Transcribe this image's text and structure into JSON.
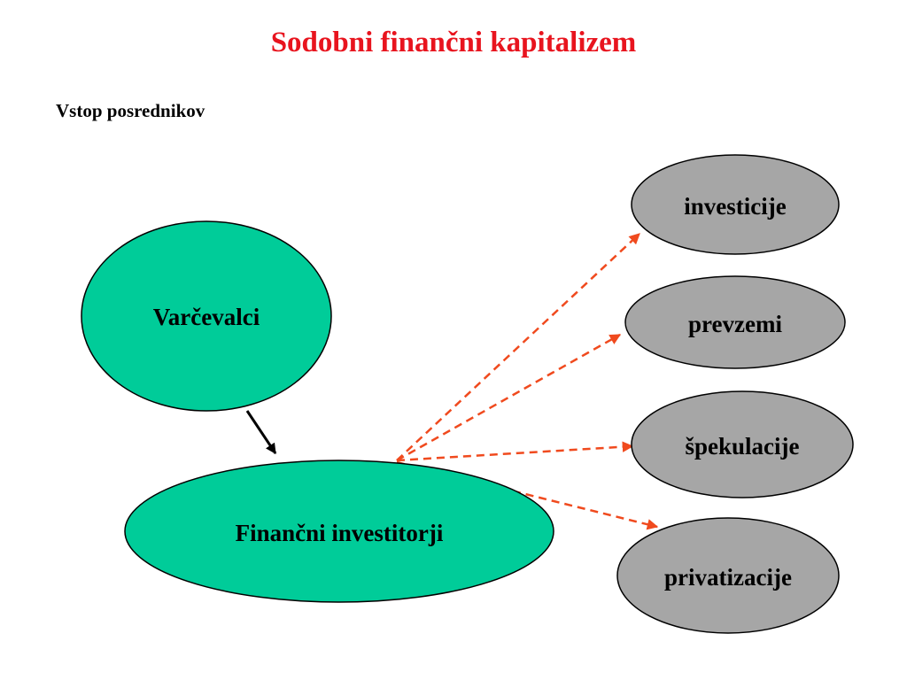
{
  "slide": {
    "title": "Sodobni finančni kapitalizem",
    "subtitle": "Vstop posrednikov"
  },
  "colors": {
    "title": "#e8141e",
    "source_fill": "#00cc99",
    "target_fill": "#a6a6a6",
    "dashed_arrow": "#f04a1e",
    "solid_arrow": "#000000"
  },
  "diagram": {
    "nodes": {
      "savers": {
        "label": "Varčevalci"
      },
      "investors": {
        "label": "Finančni investitorji"
      },
      "investments": {
        "label": "investicije"
      },
      "takeovers": {
        "label": "prevzemi"
      },
      "speculation": {
        "label": "špekulacije"
      },
      "privatization": {
        "label": "privatizacije"
      }
    },
    "edges": [
      {
        "from": "savers",
        "to": "investors",
        "style": "solid"
      },
      {
        "from": "investors",
        "to": "investments",
        "style": "dashed"
      },
      {
        "from": "investors",
        "to": "takeovers",
        "style": "dashed"
      },
      {
        "from": "investors",
        "to": "speculation",
        "style": "dashed"
      },
      {
        "from": "investors",
        "to": "privatization",
        "style": "dashed"
      }
    ]
  }
}
